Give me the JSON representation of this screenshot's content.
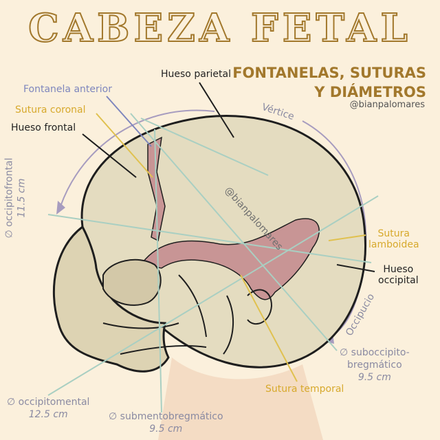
{
  "title": "CABEZA FETAL",
  "subtitle": [
    "FONTANELAS, SUTURAS",
    "Y DIÁMETROS"
  ],
  "handle": "@bianpalomares",
  "watermark": "@bianpalomares",
  "labels": {
    "parietal": "Hueso parietal",
    "fontanela": "Fontanela anterior",
    "coronal": "Sutura coronal",
    "frontal": "Hueso frontal",
    "vertice": "Vértice",
    "lamboidea": [
      "Sutura",
      "lamboidea"
    ],
    "occipital": [
      "Hueso",
      "occipital"
    ],
    "occipucio": "Occipucio",
    "temporal": "Sutura temporal"
  },
  "diameters": {
    "occipitofrontal": {
      "name": "∅ occipitofrontal",
      "value": "11.5 cm"
    },
    "occipitomental": {
      "name": "∅ occipitomental",
      "value": "12.5 cm"
    },
    "submentobregmatico": {
      "name": "∅ submentobregmático",
      "value": "9.5 cm"
    },
    "suboccipitobregmatico": {
      "name": [
        "∅ suboccipito-",
        "bregmático"
      ],
      "value": "9.5 cm"
    }
  },
  "colors": {
    "background": "#fbf0dc",
    "title_stroke": "#a2782c",
    "bone": "#e4dcc0",
    "suture": "#c89595",
    "diameter_line": "#a9cfc2",
    "label_yellow": "#d7a92c",
    "label_blue": "#7e86bd",
    "arrow": "#a79cbf"
  }
}
